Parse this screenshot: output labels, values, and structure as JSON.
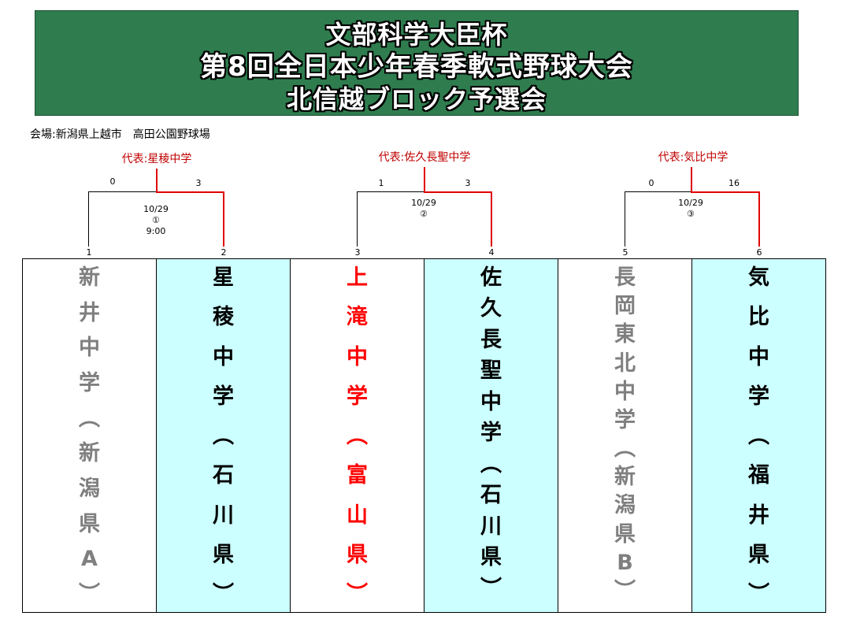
{
  "title": {
    "line1": "文部科学大臣杯",
    "line2": "第8回全日本少年春季軟式野球大会",
    "line3": "北信越ブロック予選会"
  },
  "venue": "会場:新潟県上越市　高田公園野球場",
  "matches": [
    {
      "representative": "代表:星稜中学",
      "left_score": "0",
      "right_score": "3",
      "date": "10/29",
      "game_no": "①",
      "time": "9:00"
    },
    {
      "representative": "代表:佐久長聖中学",
      "left_score": "1",
      "right_score": "3",
      "date": "10/29",
      "game_no": "②"
    },
    {
      "representative": "代表:気比中学",
      "left_score": "0",
      "right_score": "16",
      "date": "10/29",
      "game_no": "③"
    }
  ],
  "teams": [
    {
      "number": "1",
      "name": "新井中学（新潟県A）",
      "status": "lost",
      "text_color": "#7f7f7f",
      "background": "#ffffff"
    },
    {
      "number": "2",
      "name": "星稜中学（石川県）",
      "status": "won",
      "text_color": "#000000",
      "background": "#ccffff"
    },
    {
      "number": "3",
      "name": "上滝中学（富山県）",
      "status": "host",
      "text_color": "#ff0000",
      "background": "#ffffff"
    },
    {
      "number": "4",
      "name": "佐久長聖中学（石川県）",
      "status": "won",
      "text_color": "#000000",
      "background": "#ccffff"
    },
    {
      "number": "5",
      "name": "長岡東北中学（新潟県B）",
      "status": "lost",
      "text_color": "#7f7f7f",
      "background": "#ffffff"
    },
    {
      "number": "6",
      "name": "気比中学（福井県）",
      "status": "won",
      "text_color": "#000000",
      "background": "#ccffff"
    }
  ],
  "colors": {
    "banner": "#2f7d4f",
    "winner_line": "#e00000",
    "representative_text": "#c00000"
  }
}
